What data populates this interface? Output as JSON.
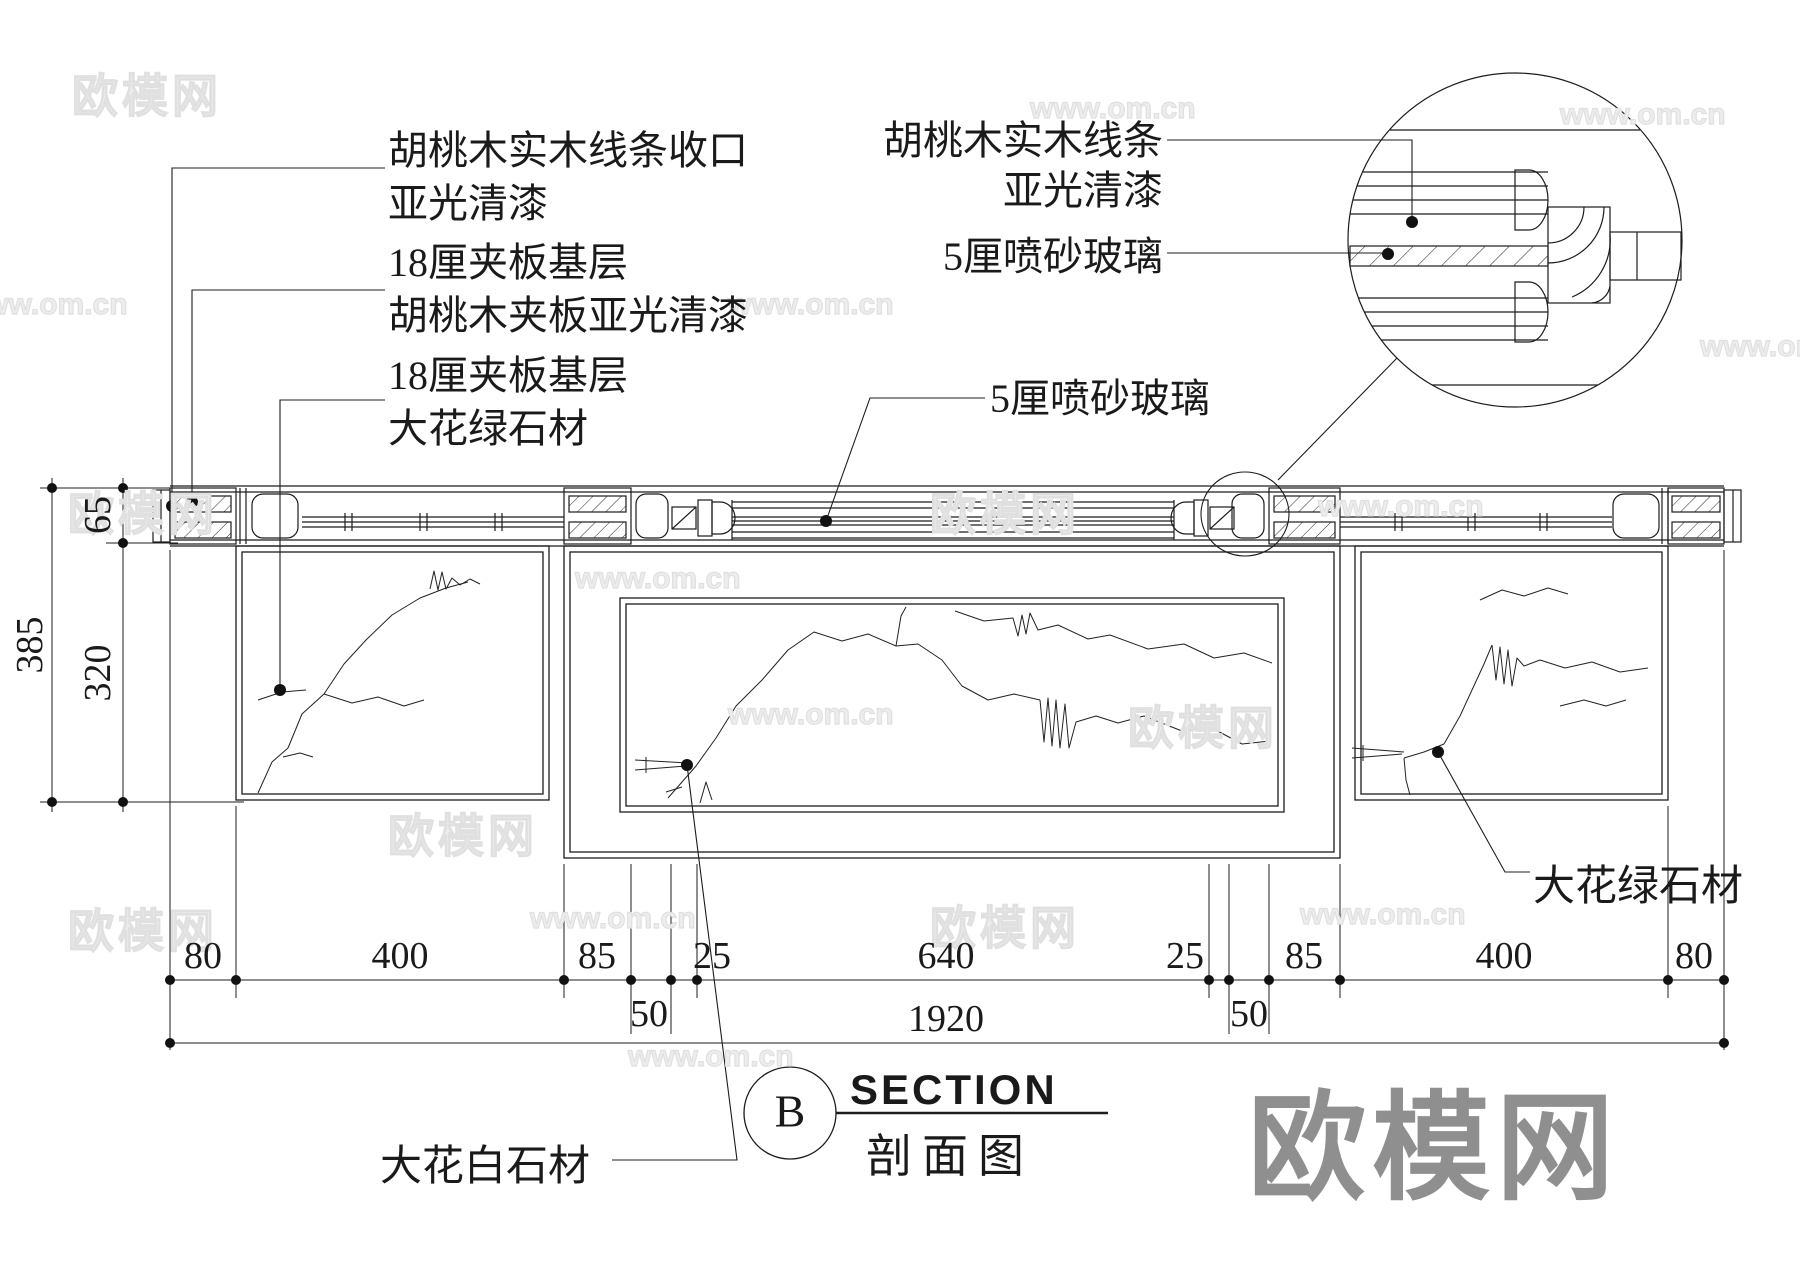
{
  "annotations": {
    "left": [
      "胡桃木实木线条收口",
      "亚光清漆",
      "18厘夹板基层",
      "胡桃木夹板亚光清漆",
      "18厘夹板基层",
      "大花绿石材"
    ],
    "right": [
      "胡桃木实木线条",
      "亚光清漆",
      "5厘喷砂玻璃"
    ],
    "middle_glass": "5厘喷砂玻璃",
    "bottom_left_material": "大花白石材",
    "bottom_right_material": "大花绿石材"
  },
  "dimensions": {
    "vertical_total": "385",
    "vertical_upper": "65",
    "vertical_lower": "320",
    "bottom_row1": [
      "80",
      "400",
      "85",
      "25",
      "640",
      "25",
      "85",
      "400",
      "80"
    ],
    "bottom_50_left": "50",
    "bottom_50_right": "50",
    "bottom_total": "1920"
  },
  "title": {
    "bubble_letter": "B",
    "name_en": "SECTION",
    "name_cn": "剖面图"
  },
  "watermarks": {
    "site_cn": "欧模网",
    "site_url": "www.om.cn"
  },
  "colors": {
    "line": "#1c1c1c",
    "watermark": "#e5e5e5",
    "logo_gray": "#8f8f8f",
    "background": "#ffffff"
  }
}
